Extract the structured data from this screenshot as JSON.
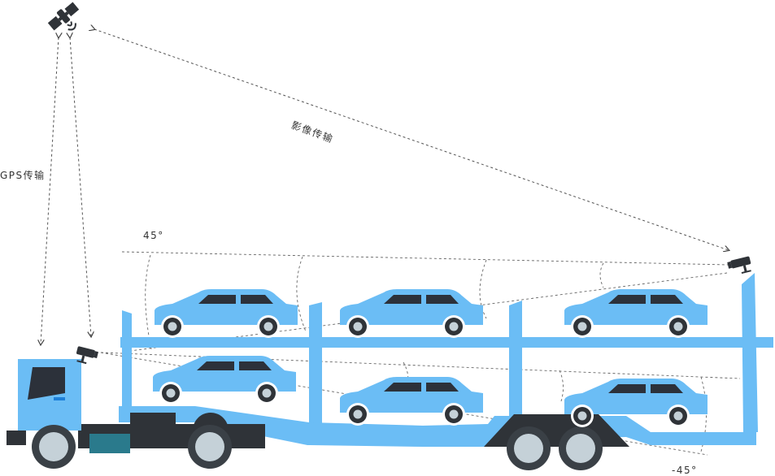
{
  "colors": {
    "trailer": "#6bbdf5",
    "car_body": "#6bbdf5",
    "car_window": "#2c313a",
    "dark": "#2f3338",
    "tyre": "#3a4046",
    "hub": "#c5d1d8",
    "truck_blue": "#6bbdf5",
    "step": "#2a7a8c",
    "dashed_line": "#555555"
  },
  "labels": {
    "gps_transmission": "GPS传输",
    "image_transmission": "影像传输",
    "angle_top": "45°",
    "angle_bottom": "-45°"
  },
  "icons": {
    "satellite": "satellite-icon",
    "camera_cab": "cctv-camera-icon",
    "camera_rear": "cctv-camera-icon"
  },
  "cars": {
    "upper_deck": 3,
    "lower_deck": 3
  }
}
